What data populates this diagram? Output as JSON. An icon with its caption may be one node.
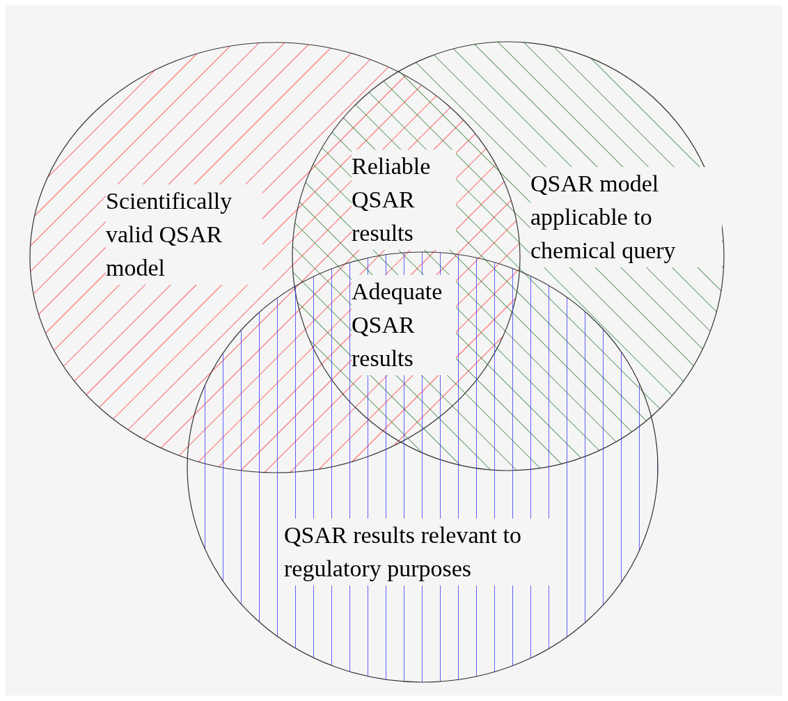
{
  "diagram": {
    "nodes": [
      {
        "text": [
          "Scientifically valid QSAR model"
        ]
      },
      {
        "text": [
          "QSAR model applicable to chemical query"
        ]
      },
      {
        "text": [
          "QSAR results relevant to regulatory purposes"
        ]
      }
    ],
    "labels": [
      "Reliable QSAR results",
      "Adequate QSAR results"
    ]
  }
}
